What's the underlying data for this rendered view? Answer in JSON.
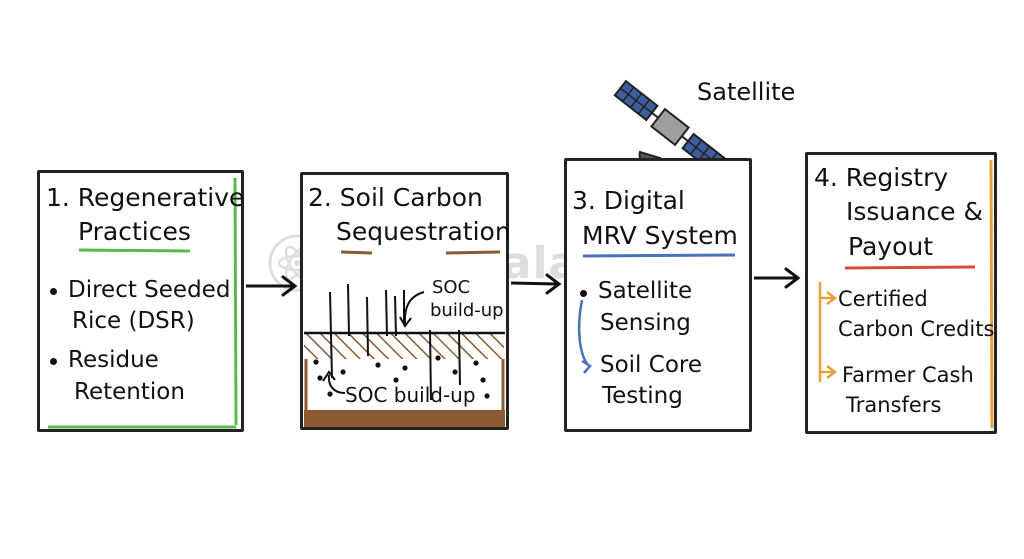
{
  "satellite": {
    "label": "Satellite"
  },
  "watermark": {
    "text": "superkalam"
  },
  "steps": [
    {
      "title_lines": [
        "1. Regenerative",
        "Practices"
      ],
      "items": [
        {
          "lines": [
            "Direct Seeded",
            "Rice (DSR)"
          ]
        },
        {
          "lines": [
            "Residue",
            "Retention"
          ]
        }
      ],
      "accent": "#5cb84e"
    },
    {
      "title_lines": [
        "2. Soil Carbon",
        "Sequestration"
      ],
      "labels": {
        "upper": [
          "SOC",
          "build-up"
        ],
        "lower": "SOC build-up"
      },
      "accent": "#8b5a32"
    },
    {
      "title_lines": [
        "3. Digital",
        "MRV System"
      ],
      "items": [
        {
          "lines": [
            "Satellite",
            "Sensing"
          ]
        },
        {
          "lines": [
            "Soil Core",
            "Testing"
          ]
        }
      ],
      "accent": "#4a72b8"
    },
    {
      "title_lines": [
        "4. Registry",
        "Issuance &",
        "Payout"
      ],
      "items": [
        {
          "lines": [
            "Certified",
            "Carbon Credits"
          ]
        },
        {
          "lines": [
            "Farmer Cash",
            "Transfers"
          ]
        }
      ],
      "accent": "#e5a23c",
      "underline_color": "#d64a3a"
    }
  ]
}
